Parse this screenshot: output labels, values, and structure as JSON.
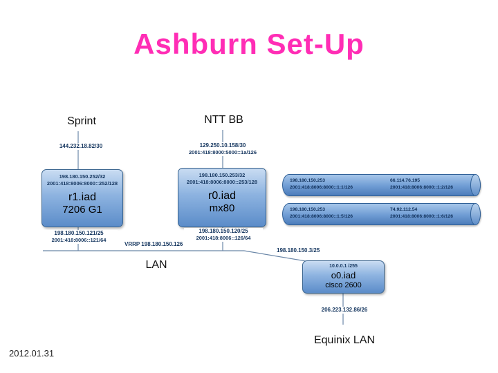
{
  "title": "Ashburn Set-Up",
  "footer": {
    "date": "2012.01.31"
  },
  "uplinks": {
    "sprint": {
      "label": "Sprint",
      "ip": "144.232.18.82/30"
    },
    "nttbb": {
      "label": "NTT BB",
      "ipv4": "129.250.10.158/30",
      "ipv6": "2001:418:8000:5000::1a/126"
    }
  },
  "routers": {
    "r1": {
      "loopback_v4": "198.180.150.252/32",
      "loopback_v6": "2001:418:8006:8000::252/128",
      "name": "r1.iad",
      "model": "7206 G1",
      "lan_v4": "198.180.150.121/25",
      "lan_v6": "2001:418:8006::121/64"
    },
    "r0": {
      "loopback_v4": "198.180.150.253/32",
      "loopback_v6": "2001:418:8006:8000::253/128",
      "name": "r0.iad",
      "model": "mx80",
      "lan_v4": "198.180.150.120/25",
      "lan_v6": "2001:418:8006::126/64"
    }
  },
  "tunnels": [
    {
      "local_v4": "198.180.150.253",
      "local_v6": "2001:418:8006:8000::1:1/126",
      "remote_v4": "66.114.76.195",
      "remote_v6": "2001:418:8006:8000::1:2/126"
    },
    {
      "local_v4": "198.180.150.253",
      "local_v6": "2001:418:8006:8000::1:5/126",
      "remote_v4": "74.92.112.54",
      "remote_v6": "2001:418:8006:8000::1:6/126"
    }
  ],
  "lan": {
    "vrrp": "VRRP 198.180.150.126",
    "label": "LAN",
    "branch_ip": "198.180.150.3/25"
  },
  "o0": {
    "ip": "10.0.0.1 /255",
    "name": "o0.iad",
    "model": "cisco 2600",
    "downstream_ip": "206.223.132.86/26"
  },
  "equinix": {
    "label": "Equinix LAN"
  },
  "colors": {
    "title": "#ff2db5",
    "node_fill_top": "#c9dcf2",
    "node_fill_bottom": "#5b8cc9",
    "ip_text": "#15365f",
    "line": "#6b87a8"
  }
}
